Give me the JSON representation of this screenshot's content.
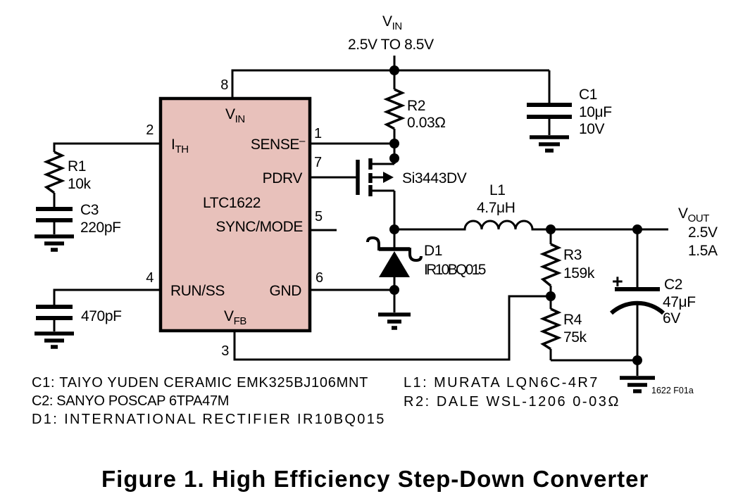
{
  "colors": {
    "ic_fill": "#e8c1bb",
    "line": "#000000",
    "background": "#ffffff"
  },
  "supply": {
    "main": "V",
    "sub": "IN",
    "range": "2.5V TO 8.5V"
  },
  "output": {
    "main": "V",
    "sub": "OUT",
    "voltage": "2.5V",
    "current": "1.5A"
  },
  "ic": {
    "part": "LTC1622",
    "pins": {
      "p1": "1",
      "p2": "2",
      "p3": "3",
      "p4": "4",
      "p5": "5",
      "p6": "6",
      "p7": "7",
      "p8": "8"
    },
    "labels": {
      "vin_main": "V",
      "vin_sub": "IN",
      "ith_main": "I",
      "ith_sub": "TH",
      "sense_main": "SENSE",
      "sense_sup": "–",
      "pdrv": "PDRV",
      "sync_mode": "SYNC/MODE",
      "run_ss": "RUN/SS",
      "gnd": "GND",
      "vfb_main": "V",
      "vfb_sub": "FB"
    }
  },
  "parts": {
    "r1": {
      "ref": "R1",
      "value": "10k"
    },
    "c3": {
      "ref": "C3",
      "value": "220pF"
    },
    "css": {
      "value": "470pF"
    },
    "r2": {
      "ref": "R2",
      "value": "0.03Ω"
    },
    "c1": {
      "ref": "C1",
      "value": "10μF",
      "rating": "10V"
    },
    "q1": {
      "part": "Si3443DV"
    },
    "d1": {
      "ref": "D1",
      "part": "IR10BQ015"
    },
    "l1": {
      "ref": "L1",
      "value": "4.7μH"
    },
    "r3": {
      "ref": "R3",
      "value": "159k"
    },
    "r4": {
      "ref": "R4",
      "value": "75k"
    },
    "c2": {
      "ref": "C2",
      "value": "47μF",
      "rating": "6V",
      "polarity": "+"
    }
  },
  "notes_left": [
    "C1: TAIYO YUDEN CERAMIC EMK325BJ106MNT",
    "C2: SANYO POSCAP 6TPA47M",
    "D1: INTERNATIONAL RECTIFIER IR10BQ015"
  ],
  "notes_right": [
    "L1: MURATA LQN6C-4R7",
    "R2: DALE WSL-1206 0-03Ω"
  ],
  "figure_code": "1622 F01a",
  "caption": "Figure 1. High Efficiency Step-Down Converter"
}
